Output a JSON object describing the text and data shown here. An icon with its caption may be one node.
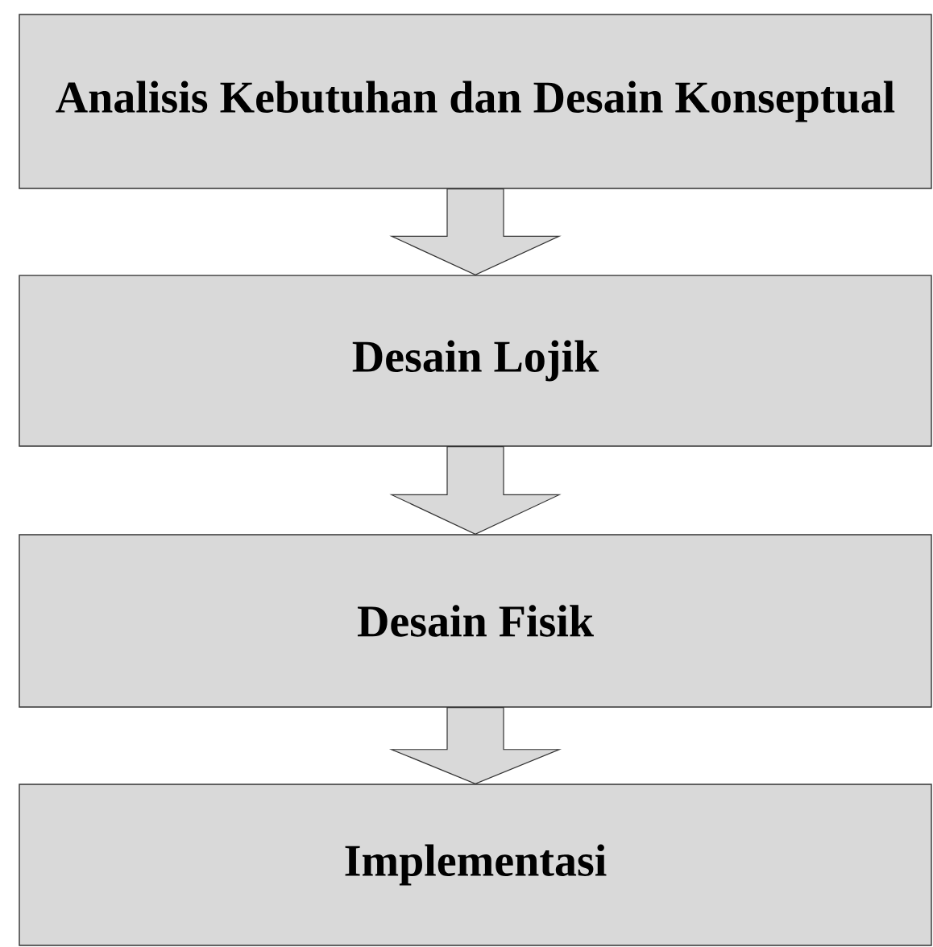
{
  "diagram": {
    "nodes": [
      {
        "text": [
          "Analisis Kebutuhan dan Desain Konseptual"
        ]
      },
      {
        "text": [
          "Desain Lojik"
        ]
      },
      {
        "text": [
          "Desain Fisik"
        ]
      },
      {
        "text": [
          "Implementasi"
        ]
      }
    ],
    "edges": [
      {
        "from": 0,
        "to": 1,
        "arrow": "to"
      },
      {
        "from": 1,
        "to": 2,
        "arrow": "to"
      },
      {
        "from": 2,
        "to": 3,
        "arrow": "to"
      }
    ]
  }
}
